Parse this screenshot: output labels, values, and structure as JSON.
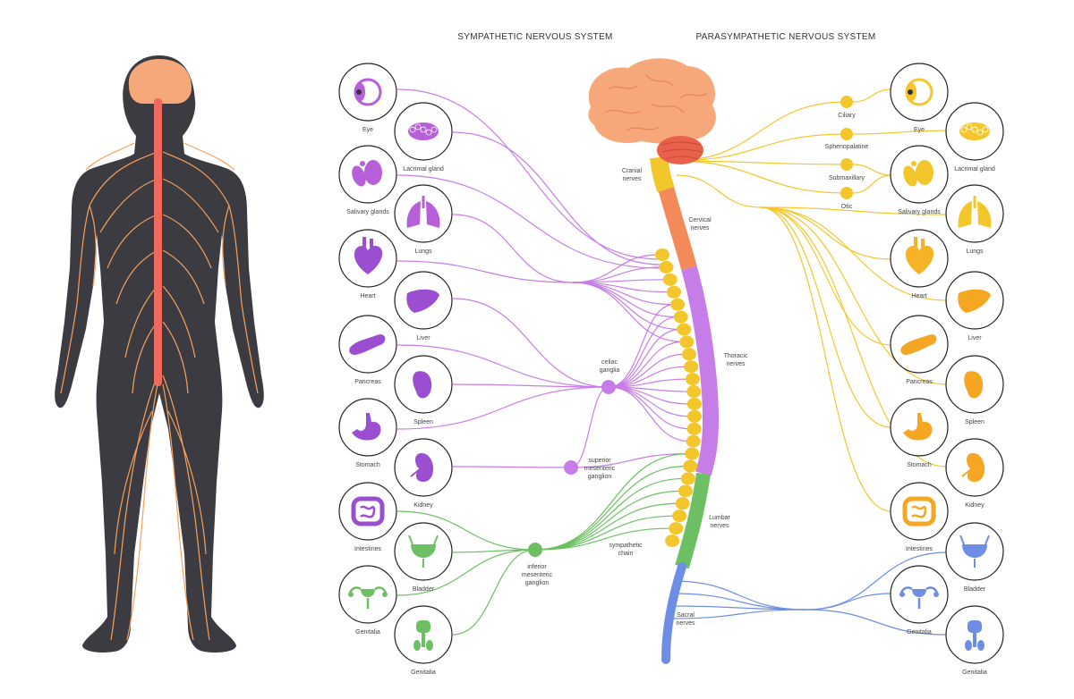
{
  "headings": {
    "sympathetic": "SYMPATHETIC NERVOUS SYSTEM",
    "parasympathetic": "PARASYMPATHETIC NERVOUS SYSTEM"
  },
  "colors": {
    "sympathetic": "#c77de8",
    "parasympathetic": "#f3c72c",
    "lumbar": "#6cc063",
    "sacral": "#6e8ee6",
    "brain": "#f7a87a",
    "cerebellum": "#e9614a",
    "body": "#3d3b42",
    "body_nerves": "#f5a15c",
    "spinal_cord": "#ee6a5e"
  },
  "spine_labels": {
    "cranial": [
      "Cranial",
      "nerves"
    ],
    "cervical": [
      "Cervical",
      "nerves"
    ],
    "thoracic": [
      "Thoracic",
      "nerves"
    ],
    "lumbar": [
      "Lumbar",
      "nerves"
    ],
    "sacral": [
      "Sacral",
      "nerves"
    ],
    "sympathetic_chain": [
      "sympathetic",
      "chain"
    ]
  },
  "ganglia": {
    "celiac": [
      "celiac",
      "ganglia"
    ],
    "superior_mesenteric": [
      "superior",
      "mesenteric",
      "ganglion"
    ],
    "inferior_mesenteric": [
      "inferior",
      "mesenteric",
      "ganglion"
    ]
  },
  "para_ganglia": [
    "Ciliary",
    "Sphenopalatine",
    "Submaxillary",
    "Otic"
  ],
  "left_organs": [
    {
      "label": "Eye",
      "icon": "eye-icon",
      "color": "#b65fd8"
    },
    {
      "label": "Lacrimal gland",
      "icon": "lacrimal-gland-icon",
      "color": "#b65fd8"
    },
    {
      "label": "Salivary glands",
      "icon": "salivary-glands-icon",
      "color": "#b65fd8"
    },
    {
      "label": "Lungs",
      "icon": "lungs-icon",
      "color": "#b65fd8"
    },
    {
      "label": "Heart",
      "icon": "heart-icon",
      "color": "#9b4fd0"
    },
    {
      "label": "Liver",
      "icon": "liver-icon",
      "color": "#9b4fd0"
    },
    {
      "label": "Pancreas",
      "icon": "pancreas-icon",
      "color": "#9b4fd0"
    },
    {
      "label": "Spleen",
      "icon": "spleen-icon",
      "color": "#9b4fd0"
    },
    {
      "label": "Stomach",
      "icon": "stomach-icon",
      "color": "#9b4fd0"
    },
    {
      "label": "Kidney",
      "icon": "kidney-icon",
      "color": "#9b4fd0"
    },
    {
      "label": "Intestines",
      "icon": "intestines-icon",
      "color": "#9b4fd0"
    },
    {
      "label": "Bladder",
      "icon": "bladder-icon",
      "color": "#6cc063"
    },
    {
      "label": "Genitalia",
      "icon": "female-genitalia-icon",
      "color": "#6cc063"
    },
    {
      "label": "Genitalia",
      "icon": "male-genitalia-icon",
      "color": "#6cc063"
    }
  ],
  "right_organs": [
    {
      "label": "Eye",
      "icon": "eye-icon",
      "color": "#f3c72c"
    },
    {
      "label": "Lacrimal gland",
      "icon": "lacrimal-gland-icon",
      "color": "#f3c72c"
    },
    {
      "label": "Salivary glands",
      "icon": "salivary-glands-icon",
      "color": "#f3c72c"
    },
    {
      "label": "Lungs",
      "icon": "lungs-icon",
      "color": "#f3c72c"
    },
    {
      "label": "Heart",
      "icon": "heart-icon",
      "color": "#f5b325"
    },
    {
      "label": "Liver",
      "icon": "liver-icon",
      "color": "#f5a623"
    },
    {
      "label": "Pancreas",
      "icon": "pancreas-icon",
      "color": "#f5a623"
    },
    {
      "label": "Spleen",
      "icon": "spleen-icon",
      "color": "#f5a623"
    },
    {
      "label": "Stomach",
      "icon": "stomach-icon",
      "color": "#f5a623"
    },
    {
      "label": "Kidney",
      "icon": "kidney-icon",
      "color": "#f5a623"
    },
    {
      "label": "Intestines",
      "icon": "intestines-icon",
      "color": "#f5a623"
    },
    {
      "label": "Bladder",
      "icon": "bladder-icon",
      "color": "#6e8ee6"
    },
    {
      "label": "Genitalia",
      "icon": "female-genitalia-icon",
      "color": "#6e8ee6"
    },
    {
      "label": "Genitalia",
      "icon": "male-genitalia-icon",
      "color": "#6e8ee6"
    }
  ]
}
